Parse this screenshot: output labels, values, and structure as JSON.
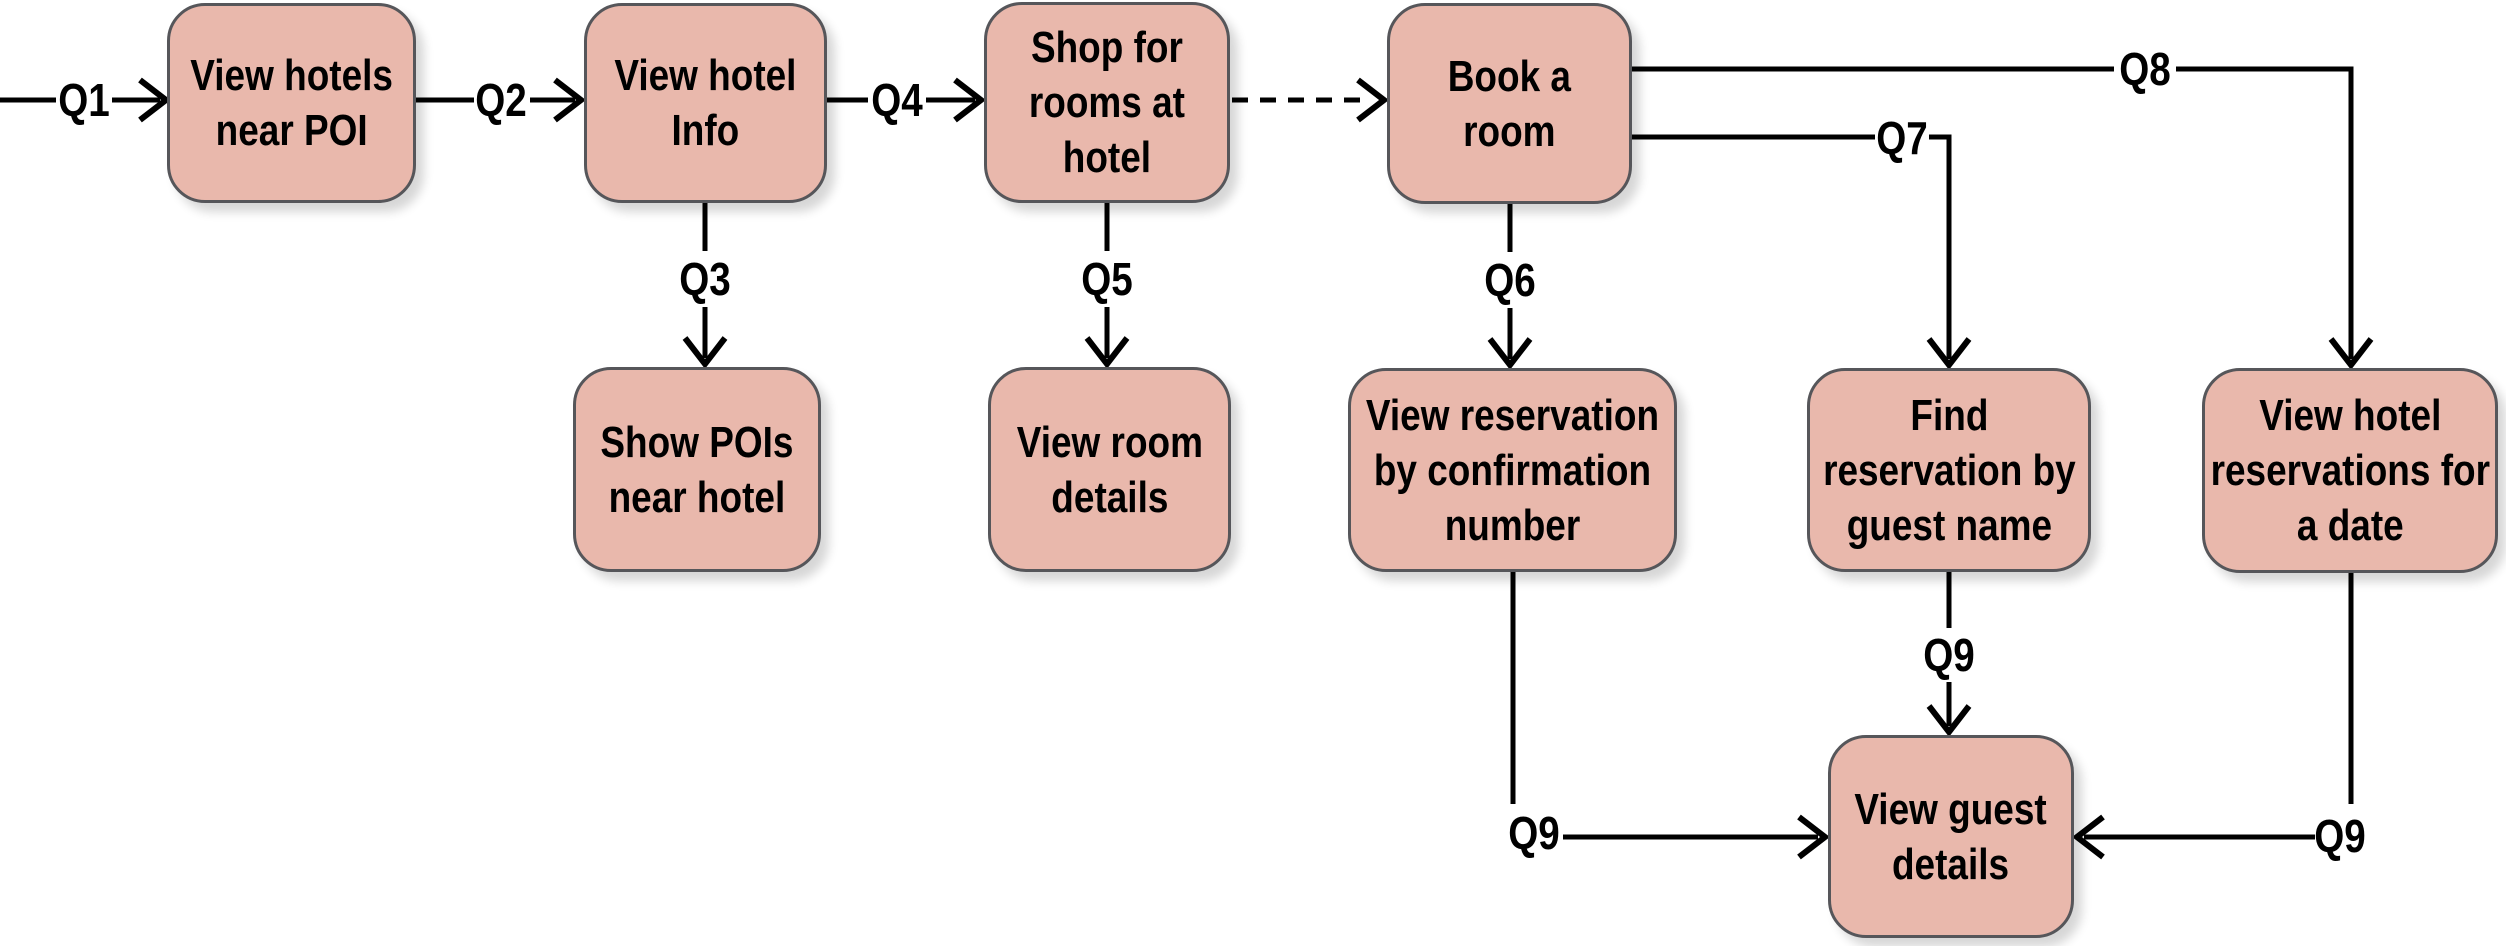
{
  "diagram": {
    "colors": {
      "background": "#ffffff",
      "node_fill": "#e9b8ac",
      "node_border": "#56565a",
      "line_color": "#000000"
    },
    "nodes": [
      {
        "id": "view-hotels-near-poi",
        "label": "View hotels\nnear POI"
      },
      {
        "id": "view-hotel-info",
        "label": "View hotel\nInfo"
      },
      {
        "id": "shop-for-rooms-at-hotel",
        "label": "Shop for\nrooms at\nhotel"
      },
      {
        "id": "book-a-room",
        "label": "Book a\nroom"
      },
      {
        "id": "show-pois-near-hotel",
        "label": "Show POIs\nnear hotel"
      },
      {
        "id": "view-room-details",
        "label": "View room\ndetails"
      },
      {
        "id": "view-reservation-by-confirmation-number",
        "label": "View reservation\nby confirmation\nnumber"
      },
      {
        "id": "find-reservation-by-guest-name",
        "label": "Find\nreservation by\nguest name"
      },
      {
        "id": "view-hotel-reservations-for-a-date",
        "label": "View hotel\nreservations for\na date"
      },
      {
        "id": "view-guest-details",
        "label": "View guest\ndetails"
      }
    ],
    "edges": {
      "q1": {
        "label": "Q1",
        "from": "start",
        "to": "view-hotels-near-poi",
        "style": "solid"
      },
      "q2": {
        "label": "Q2",
        "from": "view-hotels-near-poi",
        "to": "view-hotel-info",
        "style": "solid"
      },
      "q3": {
        "label": "Q3",
        "from": "view-hotel-info",
        "to": "show-pois-near-hotel",
        "style": "solid"
      },
      "q4": {
        "label": "Q4",
        "from": "view-hotel-info",
        "to": "shop-for-rooms-at-hotel",
        "style": "solid"
      },
      "dashed": {
        "label": "",
        "from": "shop-for-rooms-at-hotel",
        "to": "book-a-room",
        "style": "dashed"
      },
      "q5": {
        "label": "Q5",
        "from": "shop-for-rooms-at-hotel",
        "to": "view-room-details",
        "style": "solid"
      },
      "q6": {
        "label": "Q6",
        "from": "book-a-room",
        "to": "view-reservation-by-confirmation-number",
        "style": "solid"
      },
      "q7": {
        "label": "Q7",
        "from": "book-a-room",
        "to": "find-reservation-by-guest-name",
        "style": "solid"
      },
      "q8": {
        "label": "Q8",
        "from": "book-a-room",
        "to": "view-hotel-reservations-for-a-date",
        "style": "solid"
      },
      "q9_guest_name": {
        "label": "Q9",
        "from": "find-reservation-by-guest-name",
        "to": "view-guest-details",
        "style": "solid"
      },
      "q9_confirmation": {
        "label": "Q9",
        "from": "view-reservation-by-confirmation-number",
        "to": "view-guest-details",
        "style": "solid"
      },
      "q9_date": {
        "label": "Q9",
        "from": "view-hotel-reservations-for-a-date",
        "to": "view-guest-details",
        "style": "solid"
      }
    }
  }
}
